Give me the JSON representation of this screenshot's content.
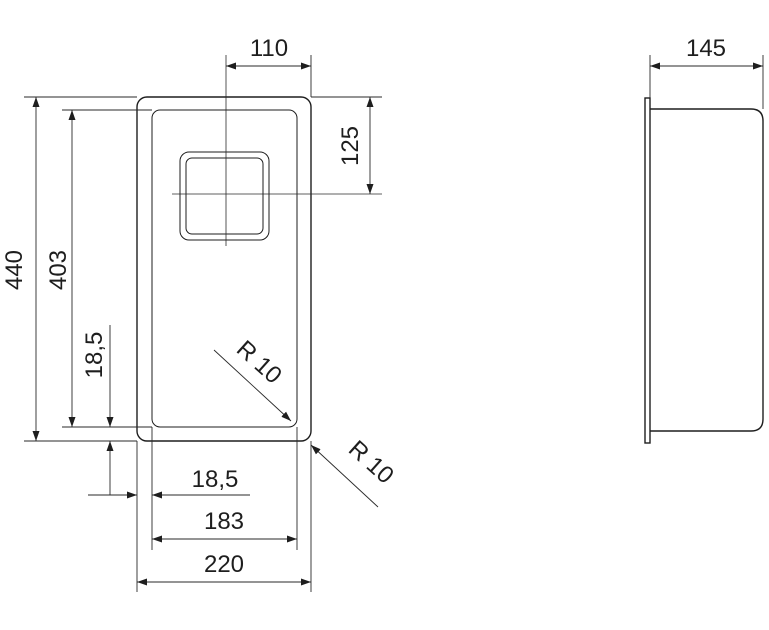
{
  "front_view": {
    "dim_width_outer": "220",
    "dim_width_inner": "183",
    "dim_rim": "18,5",
    "dim_rim_vertical": "18,5",
    "dim_height_outer": "440",
    "dim_height_inner": "403",
    "dim_waste_x": "110",
    "dim_waste_y": "125",
    "radius_inner": "R 10",
    "radius_outer": "R 10"
  },
  "side_view": {
    "dim_depth": "145"
  },
  "colors": {
    "line": "#1e1e1e",
    "background": "#ffffff"
  }
}
